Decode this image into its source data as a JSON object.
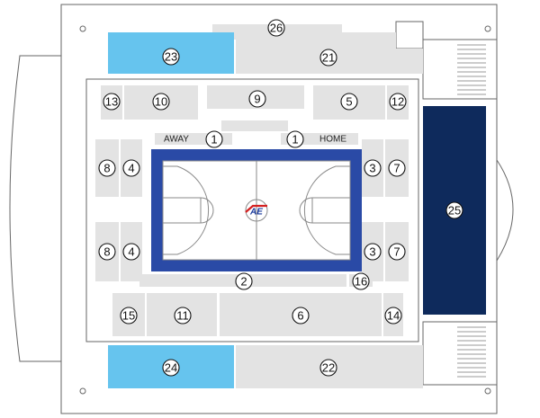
{
  "colors": {
    "section": "#e3e3e3",
    "highlight": "#66c4ee",
    "dark_block": "#0e2a5c",
    "court_border": "#2a4aa6",
    "court_fill": "#ffffff",
    "outline": "#555555"
  },
  "court": {
    "away_label": "AWAY",
    "home_label": "HOME",
    "logo_text": "AE",
    "logo_icon": "arena-logo-icon"
  },
  "sections": {
    "s1a": "1",
    "s1b": "1",
    "s2": "2",
    "s3a": "3",
    "s3b": "3",
    "s4a": "4",
    "s4b": "4",
    "s5": "5",
    "s6": "6",
    "s7a": "7",
    "s7b": "7",
    "s8a": "8",
    "s8b": "8",
    "s9": "9",
    "s10": "10",
    "s11": "11",
    "s12": "12",
    "s13": "13",
    "s14": "14",
    "s15": "15",
    "s16": "16",
    "s21": "21",
    "s22": "22",
    "s23": "23",
    "s24": "24",
    "s25": "25",
    "s26": "26"
  }
}
